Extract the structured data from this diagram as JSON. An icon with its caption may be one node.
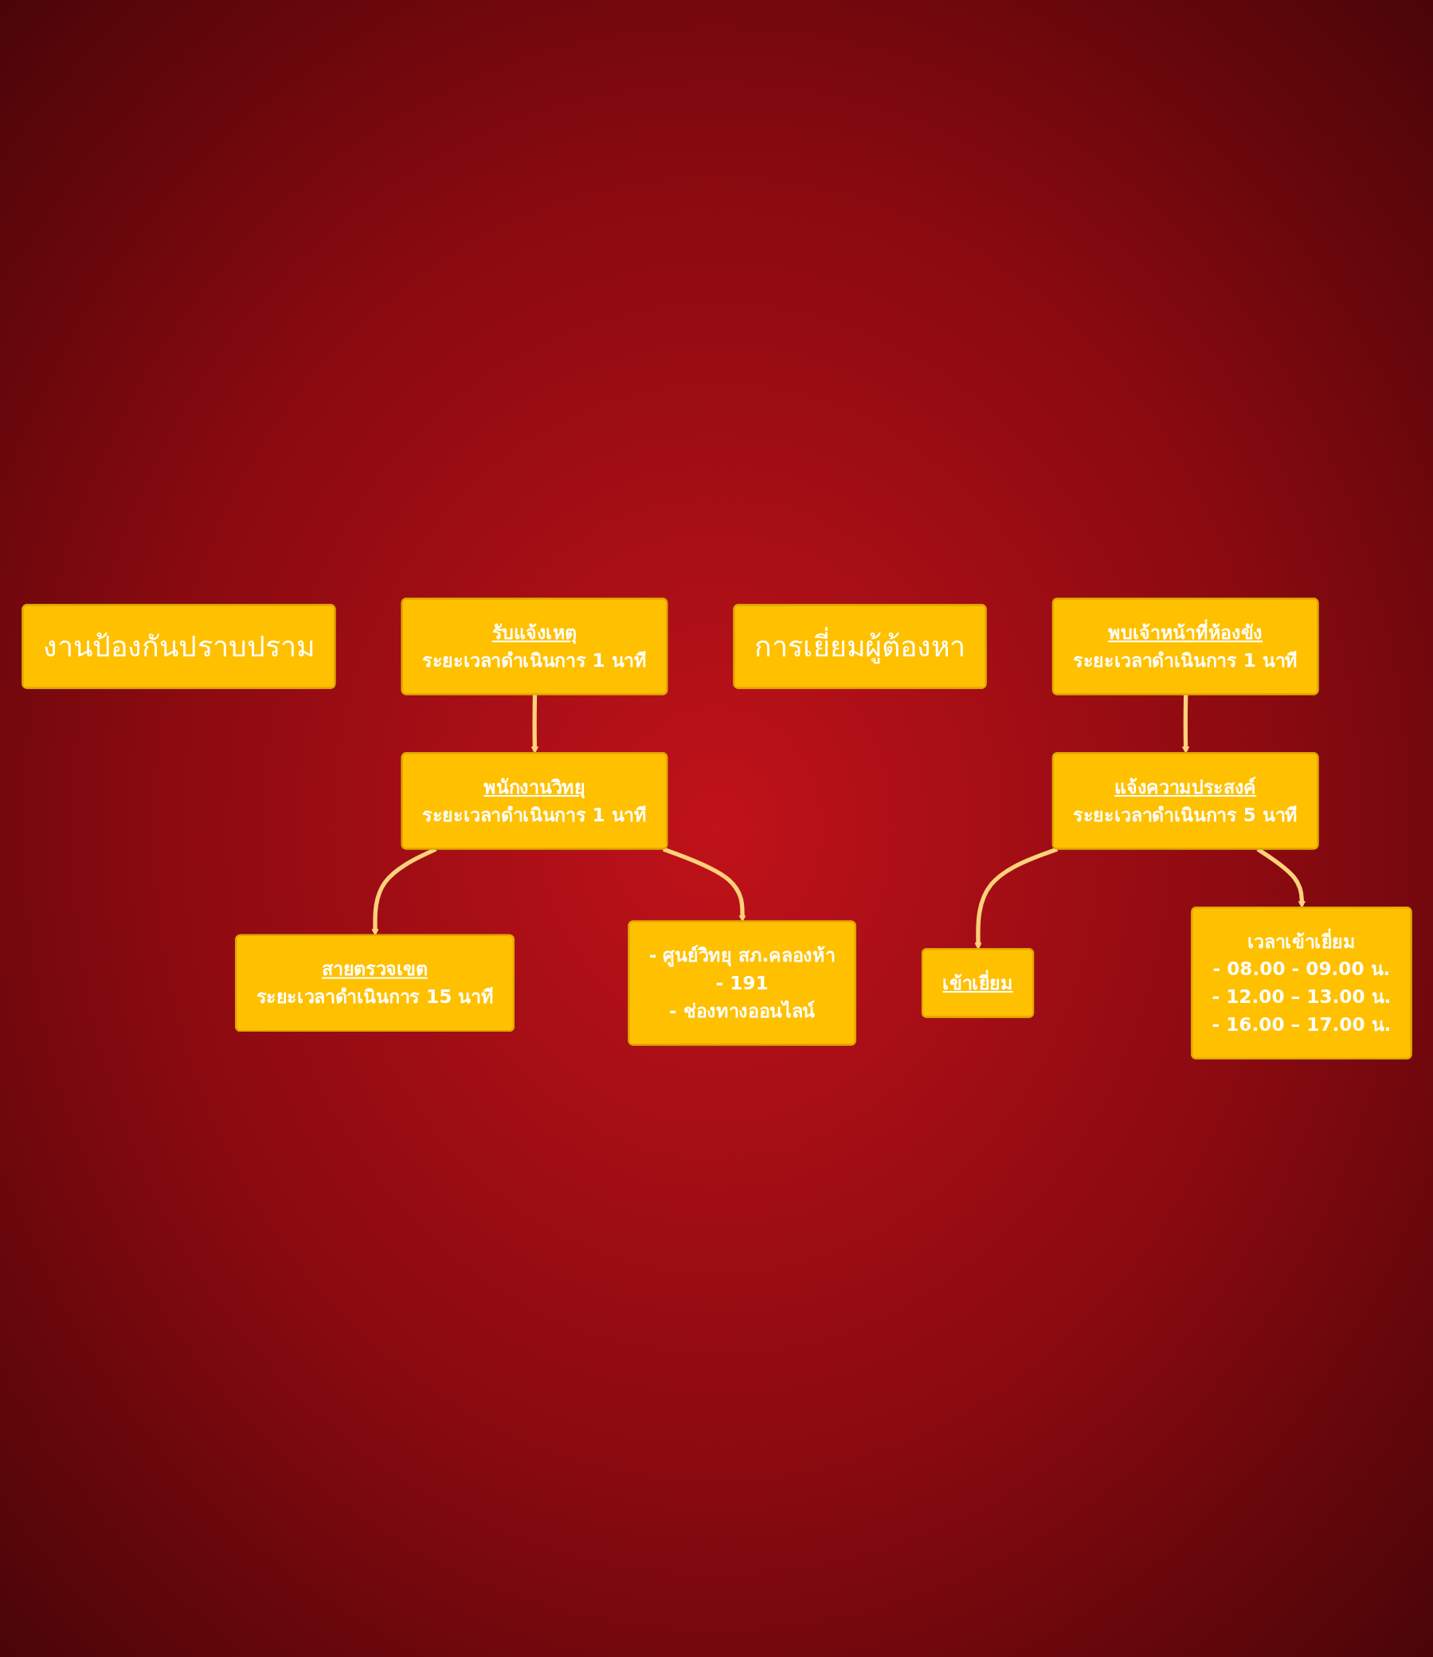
{
  "diagram": {
    "nodes": [
      {
        "text": [
          "งานป้องกันปราบปราม"
        ]
      },
      {
        "text": [
          "รับแจ้งเหตุ",
          "ระยะเวลาดำเนินการ 1 นาที"
        ]
      },
      {
        "text": [
          "พนักงานวิทยุ",
          "ระยะเวลาดำเนินการ 1 นาที"
        ]
      },
      {
        "text": [
          "สายตรวจเขต",
          "ระยะเวลาดำเนินการ 15 นาที"
        ]
      },
      {
        "text": [
          "- ศูนย์วิทยุ สภ.คลองห้า",
          "- 191",
          "- ช่องทางออนไลน์"
        ]
      },
      {
        "text": [
          "การเยี่ยมผู้ต้องหา"
        ]
      },
      {
        "text": [
          "พบเจ้าหน้าที่ห้องขัง",
          "ระยะเวลาดำเนินการ 1 นาที"
        ]
      },
      {
        "text": [
          "แจ้งความประสงค์",
          "ระยะเวลาดำเนินการ 5 นาที"
        ]
      },
      {
        "text": [
          "เข้าเยี่ยม"
        ]
      },
      {
        "text": [
          "เวลาเข้าเยี่ยม",
          "- 08.00 - 09.00 น.",
          "- 12.00 – 13.00 น.",
          "- 16.00 – 17.00 น."
        ]
      }
    ],
    "edges": [
      {
        "from": 1,
        "to": 2,
        "arrow": "to"
      },
      {
        "from": 2,
        "to": 3,
        "arrow": "to"
      },
      {
        "from": 2,
        "to": 4,
        "arrow": "to"
      },
      {
        "from": 6,
        "to": 7,
        "arrow": "to"
      },
      {
        "from": 7,
        "to": 8,
        "arrow": "to"
      },
      {
        "from": 7,
        "to": 9,
        "arrow": "to"
      }
    ]
  }
}
